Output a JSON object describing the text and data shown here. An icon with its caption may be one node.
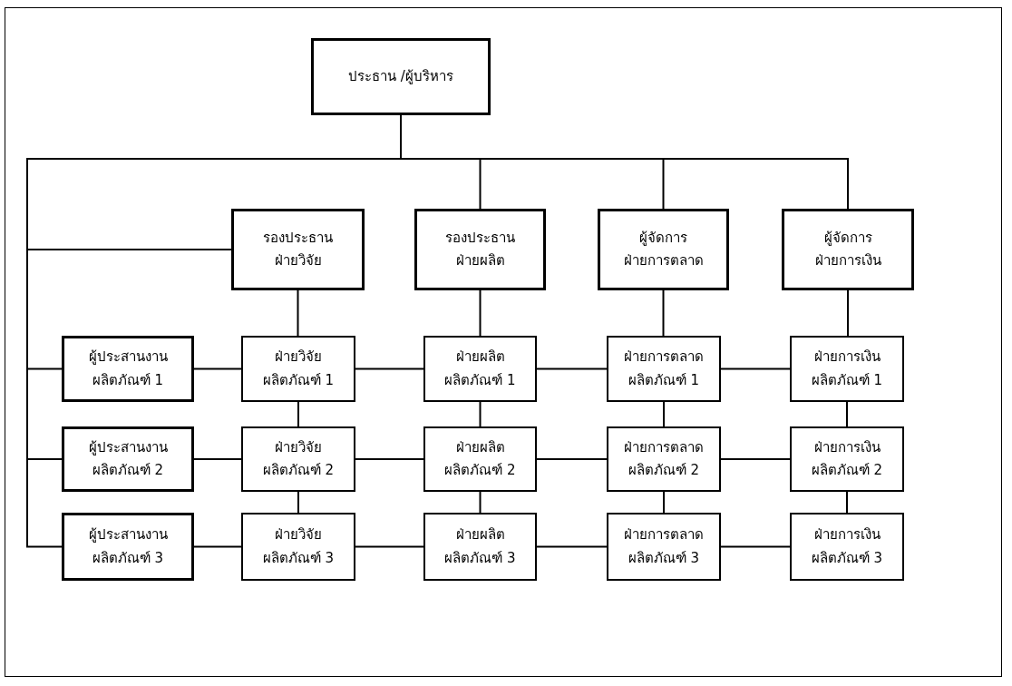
{
  "diagram": {
    "nodes": [
      {
        "text": [
          "ประธาน /ผู้บริหาร"
        ]
      },
      {
        "text": [
          "รองประธาน ฝ่ายวิจัย"
        ]
      },
      {
        "text": [
          "รองประธาน ฝ่ายผลิต"
        ]
      },
      {
        "text": [
          "ผู้จัดการ ฝ่ายการตลาด"
        ]
      },
      {
        "text": [
          "ผู้จัดการ ฝ่ายการเงิน"
        ]
      },
      {
        "text": [
          "ผู้ประสานงาน ผลิตภัณฑ์ 1"
        ]
      },
      {
        "text": [
          "ฝ่ายวิจัย ผลิตภัณฑ์ 1"
        ]
      },
      {
        "text": [
          "ฝ่ายผลิต ผลิตภัณฑ์ 1"
        ]
      },
      {
        "text": [
          "ฝ่ายการตลาด ผลิตภัณฑ์ 1"
        ]
      },
      {
        "text": [
          "ฝ่ายการเงิน ผลิตภัณฑ์ 1"
        ]
      },
      {
        "text": [
          "ผู้ประสานงาน ผลิตภัณฑ์ 2"
        ]
      },
      {
        "text": [
          "ฝ่ายวิจัย ผลิตภัณฑ์ 2"
        ]
      },
      {
        "text": [
          "ฝ่ายผลิต ผลิตภัณฑ์ 2"
        ]
      },
      {
        "text": [
          "ฝ่ายการตลาด ผลิตภัณฑ์ 2"
        ]
      },
      {
        "text": [
          "ฝ่ายการเงิน ผลิตภัณฑ์ 2"
        ]
      },
      {
        "text": [
          "ผู้ประสานงาน ผลิตภัณฑ์ 3"
        ]
      },
      {
        "text": [
          "ฝ่ายวิจัย ผลิตภัณฑ์ 3"
        ]
      },
      {
        "text": [
          "ฝ่ายผลิต ผลิตภัณฑ์ 3"
        ]
      },
      {
        "text": [
          "ฝ่ายการตลาด ผลิตภัณฑ์ 3"
        ]
      },
      {
        "text": [
          "ฝ่ายการเงิน ผลิตภัณฑ์ 3"
        ]
      }
    ],
    "edges": [
      {
        "from": 0,
        "to": 1,
        "arrow": "none"
      },
      {
        "from": 0,
        "to": 2,
        "arrow": "none"
      },
      {
        "from": 0,
        "to": 3,
        "arrow": "none"
      },
      {
        "from": 0,
        "to": 4,
        "arrow": "none"
      },
      {
        "from": 0,
        "to": 5,
        "arrow": "none"
      },
      {
        "from": 0,
        "to": 10,
        "arrow": "none"
      },
      {
        "from": 0,
        "to": 15,
        "arrow": "none"
      },
      {
        "from": 1,
        "to": 6,
        "arrow": "none"
      },
      {
        "from": 2,
        "to": 7,
        "arrow": "none"
      },
      {
        "from": 3,
        "to": 8,
        "arrow": "none"
      },
      {
        "from": 4,
        "to": 9,
        "arrow": "none"
      },
      {
        "from": 5,
        "to": 6,
        "arrow": "none"
      },
      {
        "from": 6,
        "to": 7,
        "arrow": "none"
      },
      {
        "from": 7,
        "to": 8,
        "arrow": "none"
      },
      {
        "from": 8,
        "to": 9,
        "arrow": "none"
      },
      {
        "from": 6,
        "to": 11,
        "arrow": "none"
      },
      {
        "from": 7,
        "to": 12,
        "arrow": "none"
      },
      {
        "from": 8,
        "to": 13,
        "arrow": "none"
      },
      {
        "from": 9,
        "to": 14,
        "arrow": "none"
      },
      {
        "from": 10,
        "to": 11,
        "arrow": "none"
      },
      {
        "from": 11,
        "to": 12,
        "arrow": "none"
      },
      {
        "from": 12,
        "to": 13,
        "arrow": "none"
      },
      {
        "from": 13,
        "to": 14,
        "arrow": "none"
      },
      {
        "from": 11,
        "to": 16,
        "arrow": "none"
      },
      {
        "from": 12,
        "to": 17,
        "arrow": "none"
      },
      {
        "from": 13,
        "to": 18,
        "arrow": "none"
      },
      {
        "from": 14,
        "to": 19,
        "arrow": "none"
      },
      {
        "from": 15,
        "to": 16,
        "arrow": "none"
      },
      {
        "from": 16,
        "to": 17,
        "arrow": "none"
      },
      {
        "from": 17,
        "to": 18,
        "arrow": "none"
      },
      {
        "from": 18,
        "to": 19,
        "arrow": "none"
      }
    ]
  }
}
